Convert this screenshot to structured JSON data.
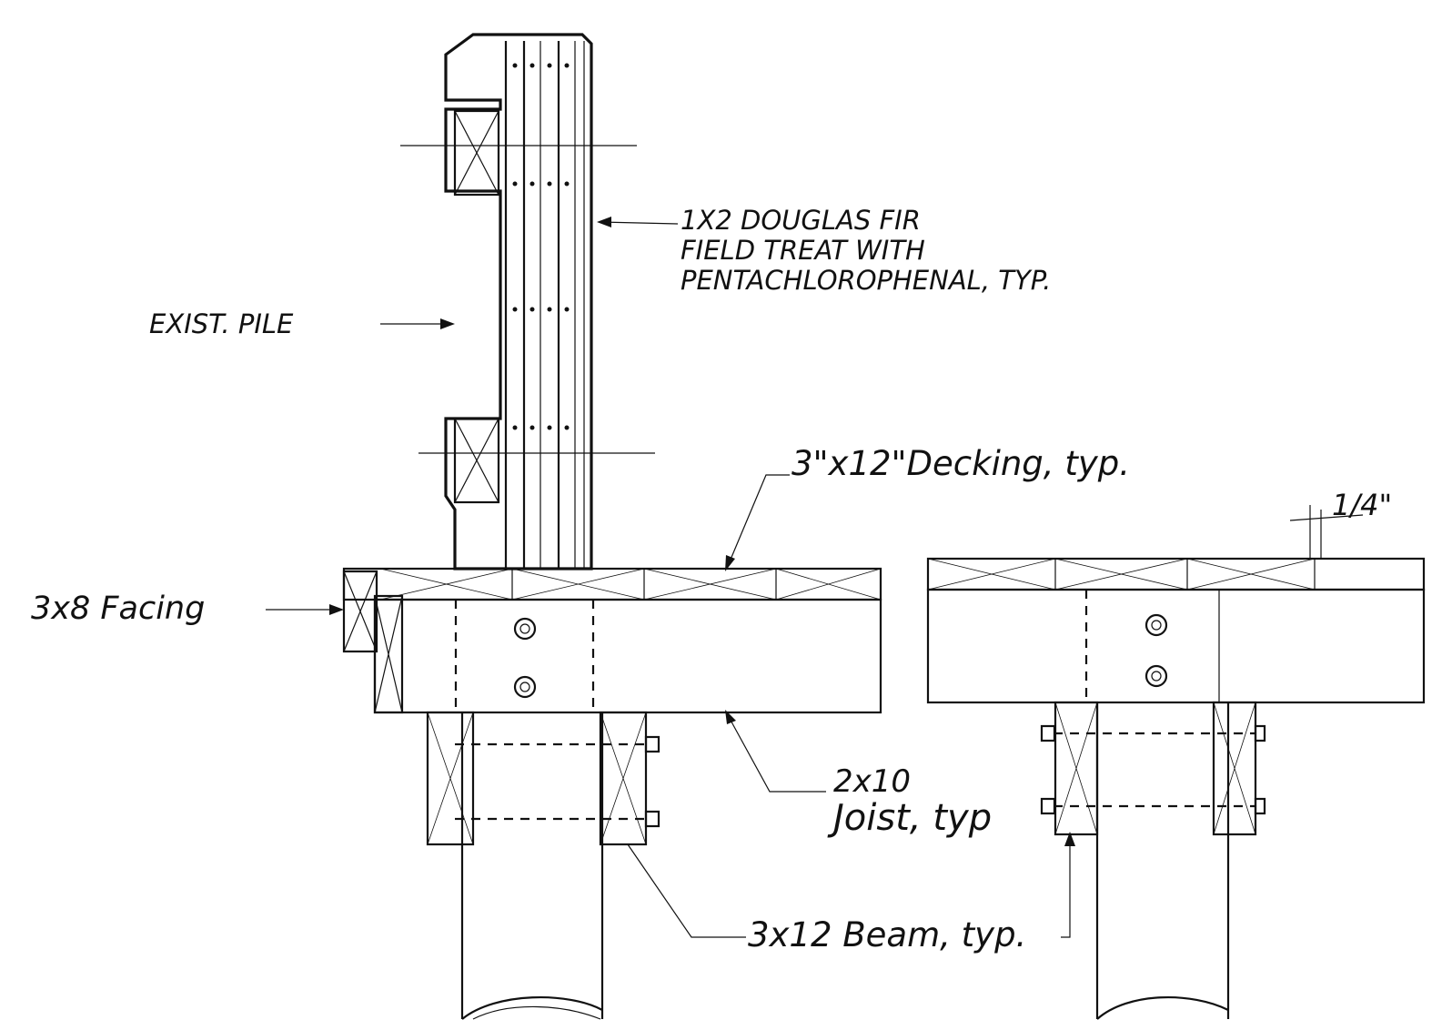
{
  "labels": {
    "douglas_fir_line1": "1X2 DOUGLAS FIR",
    "douglas_fir_line2": "FIELD TREAT WITH",
    "douglas_fir_line3": "PENTACHLOROPHENAL, TYP.",
    "exist_pile": "EXIST. PILE",
    "decking": "3\"x12\"Decking, typ.",
    "quarter_inch": "1/4\"",
    "facing": "3x8 Facing",
    "joist_line1": "2x10",
    "joist_line2": "Joist, typ",
    "beam": "3x12 Beam, typ."
  }
}
